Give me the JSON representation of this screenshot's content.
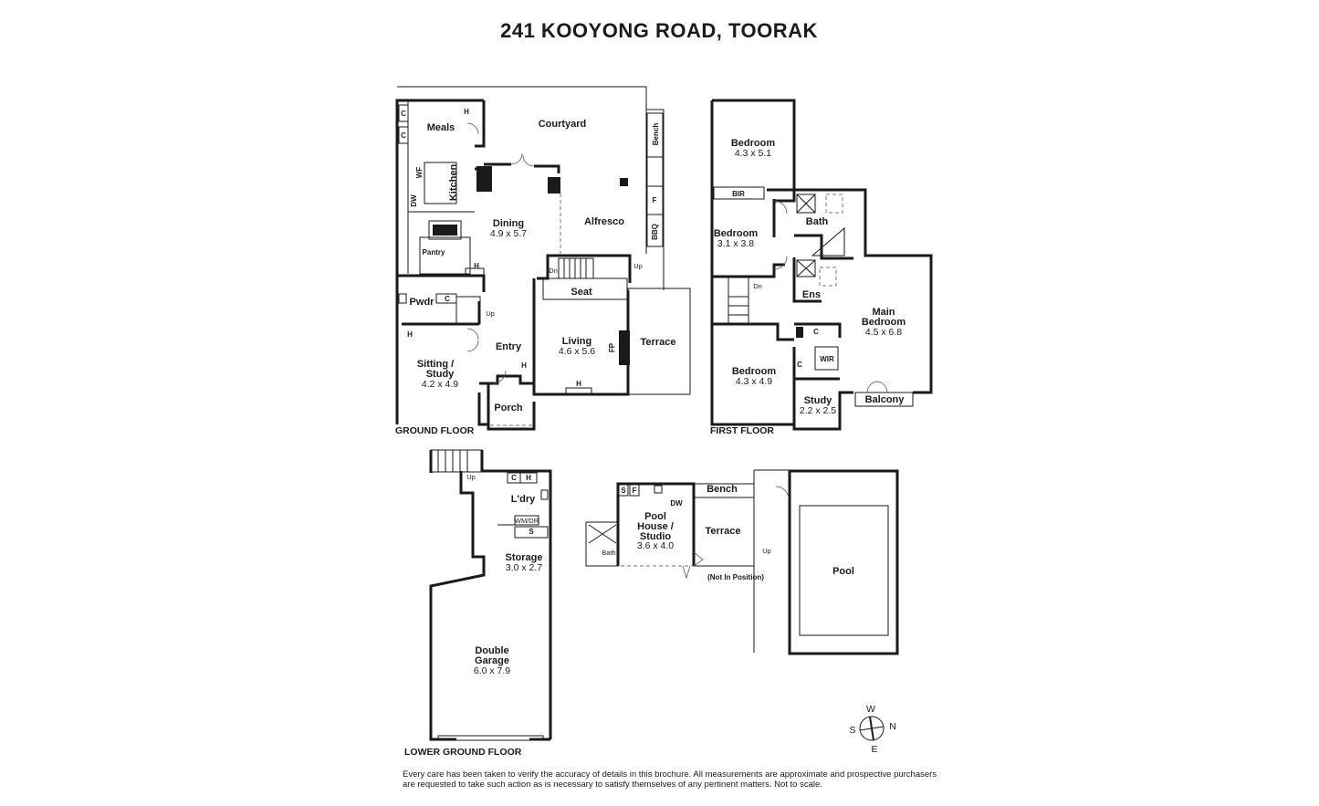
{
  "title": "241 KOOYONG ROAD, TOORAK",
  "floors": {
    "ground": "GROUND FLOOR",
    "first": "FIRST FLOOR",
    "lower": "LOWER GROUND FLOOR"
  },
  "rooms": {
    "meals": "Meals",
    "courtyard": "Courtyard",
    "bench_gf": "Bench",
    "kitchen": "Kitchen",
    "dining": {
      "name": "Dining",
      "dim": "4.9 x 5.7"
    },
    "alfresco": "Alfresco",
    "pantry": "Pantry",
    "pwdr": "Pwdr",
    "seat": "Seat",
    "living": {
      "name": "Living",
      "dim": "4.6 x 5.6"
    },
    "terrace_gf": "Terrace",
    "entry": "Entry",
    "sitting": {
      "name1": "Sitting /",
      "name2": "Study",
      "dim": "4.2 x 4.9"
    },
    "porch": "Porch",
    "bedroom1": {
      "name": "Bedroom",
      "dim": "4.3 x 5.1"
    },
    "bedroom2": {
      "name": "Bedroom",
      "dim": "3.1 x 3.8"
    },
    "bath_ff": "Bath",
    "ens": "Ens",
    "main_bedroom": {
      "name1": "Main",
      "name2": "Bedroom",
      "dim": "4.5 x 6.8"
    },
    "wir": "WIR",
    "bedroom3": {
      "name": "Bedroom",
      "dim": "4.3 x 4.9"
    },
    "study": {
      "name": "Study",
      "dim": "2.2 x 2.5"
    },
    "balcony": "Balcony",
    "bir": "BIR",
    "ldry": "L'dry",
    "storage": {
      "name": "Storage",
      "dim": "3.0 x 2.7"
    },
    "garage": {
      "name1": "Double",
      "name2": "Garage",
      "dim": "6.0 x 7.9"
    },
    "pool_house": {
      "name1": "Pool",
      "name2": "House /",
      "name3": "Studio",
      "dim": "3.6 x 4.0"
    },
    "bench_pool": "Bench",
    "terrace_pool": "Terrace",
    "not_in_position": "(Not In Position)",
    "pool": "Pool",
    "bath_pool": "Bath"
  },
  "fixtures": {
    "c": "C",
    "h": "H",
    "f": "F",
    "s": "S",
    "wf": "WF",
    "dw": "DW",
    "bbq": "BBQ",
    "fp": "FP",
    "up": "Up",
    "dn": "Dn",
    "wmdr": "WM/DR"
  },
  "compass": {
    "n": "N",
    "s": "S",
    "e": "E",
    "w": "W"
  },
  "disclaimer": "Every care has been taken to verify the accuracy of details in this brochure. All measurements are approximate and prospective purchasers are requested to take such action as is necessary to satisfy themselves of any pertinent matters. Not to scale."
}
